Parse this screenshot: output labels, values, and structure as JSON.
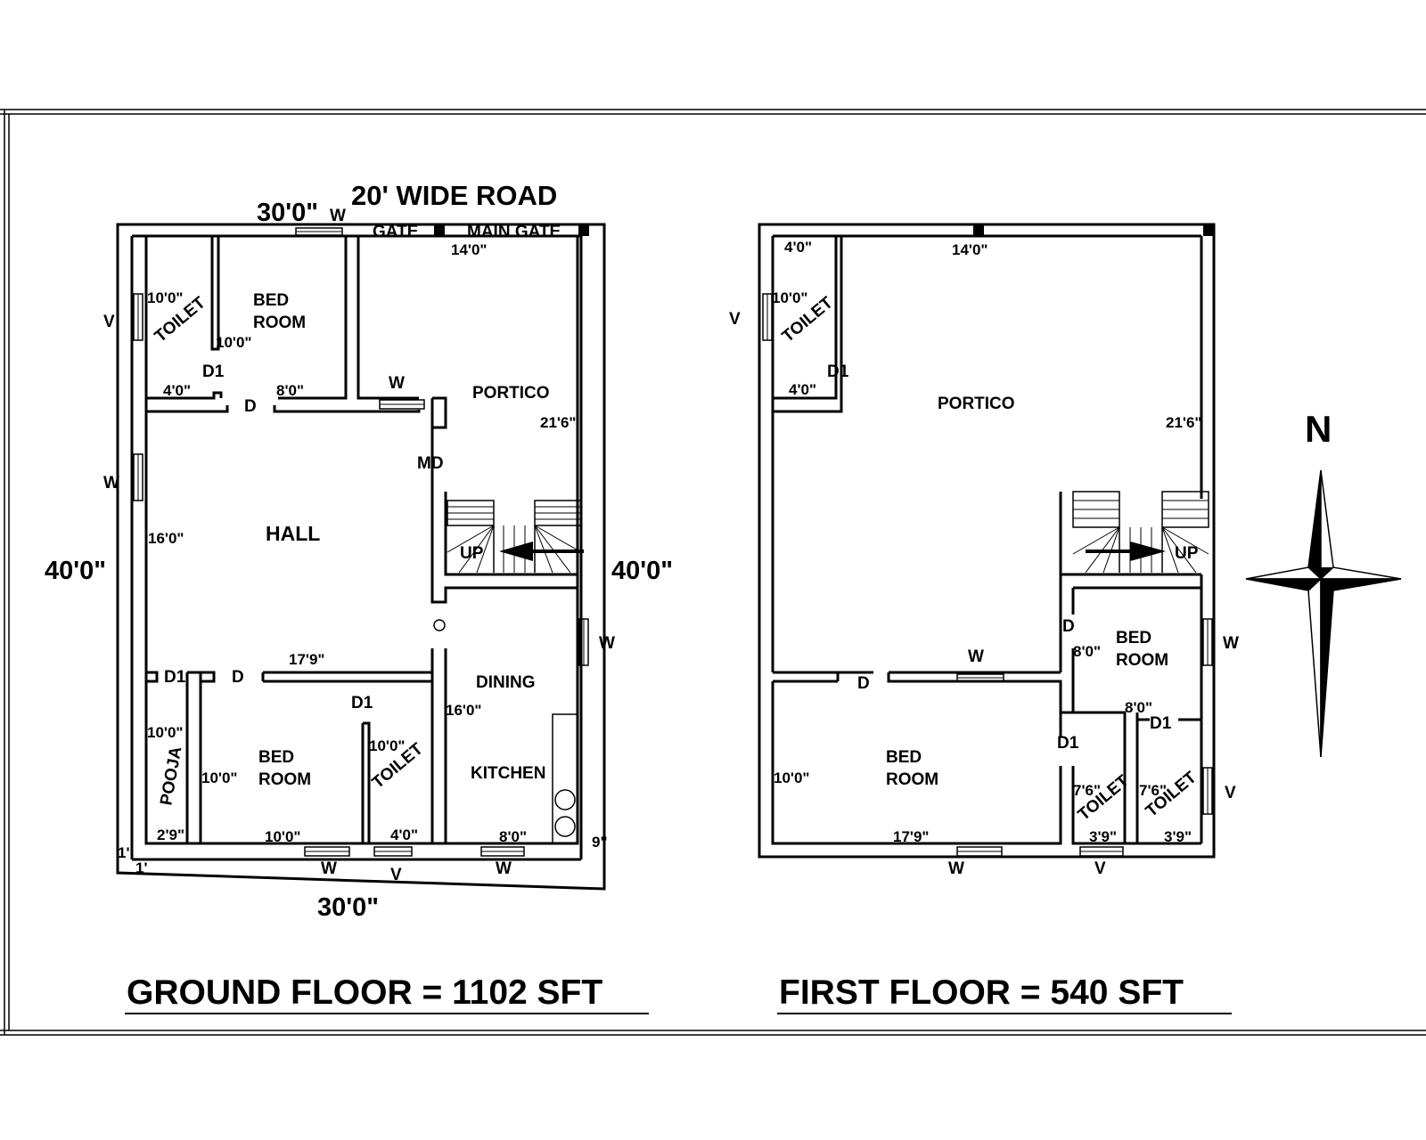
{
  "ground": {
    "road": "20' WIDE  ROAD",
    "top_width": "30'0\"",
    "w": "W",
    "gate": "GATE",
    "main_gate": "MAIN GATE",
    "portico_dim": "14'0\"",
    "toilet_h": "10'0\"",
    "toilet": "TOILET",
    "bed_room_1": "BED",
    "bed_room_2": "ROOM",
    "bed_dim": "10'0\"",
    "v": "V",
    "d1": "D1",
    "toilet_w": "4'0\"",
    "bed_w": "8'0\"",
    "d": "D",
    "portico": "PORTICO",
    "portico_len": "21'6\"",
    "md": "MD",
    "hall": "HALL",
    "hall_dim": "16'0\"",
    "depth": "40'0\"",
    "up": "UP",
    "o": "O",
    "hall_w": "17'9\"",
    "dining": "DINING",
    "dining_dim": "16'0\"",
    "pooja_dim": "10'0\"",
    "pooja": "POOJA",
    "bed2_dim": "10'0\"",
    "toilet2_dim": "10'0\"",
    "kitchen": "KITCHEN",
    "pooja_w": "2'9\"",
    "bed2_w": "10'0\"",
    "toilet2_w": "4'0\"",
    "kitchen_w": "8'0\"",
    "nine": "9\"",
    "one": "1'",
    "bottom_width": "30'0\"",
    "title": "GROUND  FLOOR = 1102 SFT"
  },
  "first": {
    "toilet_w": "4'0\"",
    "portico_dim": "14'0\"",
    "toilet_h": "10'0\"",
    "toilet": "TOILET",
    "v": "V",
    "d1": "D1",
    "portico": "PORTICO",
    "portico_len": "21'6\"",
    "up": "UP",
    "d": "D",
    "bed_room_1": "BED",
    "bed_room_2": "ROOM",
    "bed_dim": "8'0\"",
    "w": "W",
    "bed_w": "8'0\"",
    "bed2_dim": "10'0\"",
    "toilet_dim": "7'6\"",
    "toilet_small_w": "3'9\"",
    "bed2_w": "17'9\"",
    "title": "FIRST   FLOOR = 540 SFT"
  },
  "compass": {
    "label": "N"
  }
}
